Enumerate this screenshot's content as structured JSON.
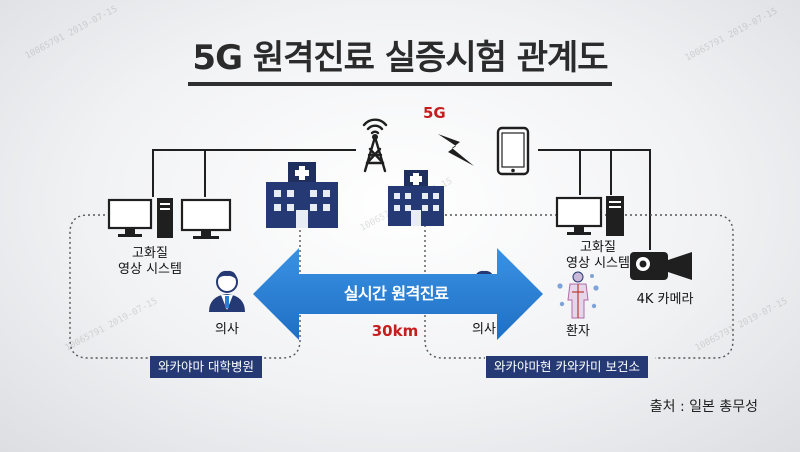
{
  "title": "5G 원격진료 실증시험 관계도",
  "fiveg_label": "5G",
  "arrow_label": "실시간 원격진료",
  "distance_label": "30km",
  "left": {
    "system_label_line1": "고화질",
    "system_label_line2": "영상 시스템",
    "doctor_label": "의사",
    "institution": "와카야마 대학병원"
  },
  "right": {
    "system_label_line1": "고화질",
    "system_label_line2": "영상 시스템",
    "doctor_label": "의사",
    "patient_label": "환자",
    "camera_label": "4K 카메라",
    "institution": "와카야마현 카와카미 보건소"
  },
  "source": "출처 : 일본 총무성",
  "watermark": "10065791 2019-07-15",
  "colors": {
    "navy": "#253a74",
    "arrow_blue": "#2a7fd4",
    "accent_red": "#c41e1e",
    "line": "#1f1f1f"
  }
}
